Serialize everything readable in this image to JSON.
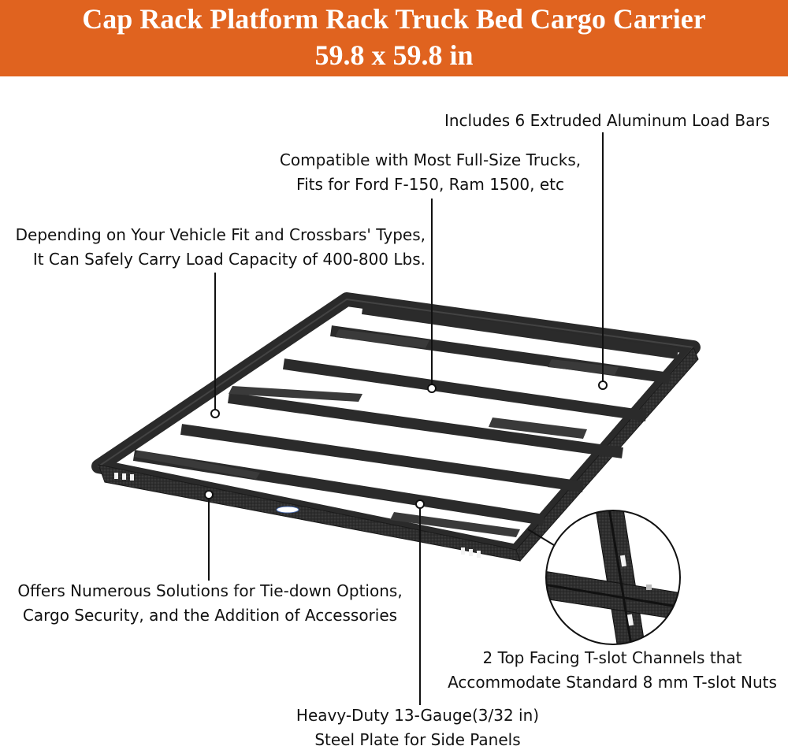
{
  "header": {
    "title_line1": "Cap Rack Platform Rack Truck Bed Cargo Carrier",
    "title_line2": "59.8 x 59.8 in",
    "background_color": "#e0631f"
  },
  "callouts": {
    "load_bars": "Includes 6 Extruded Aluminum Load Bars",
    "compatible_line1": "Compatible with Most Full-Size Trucks,",
    "compatible_line2": "Fits for Ford F-150, Ram 1500, etc",
    "capacity_line1": "Depending on Your Vehicle Fit and Crossbars' Types,",
    "capacity_line2": "It Can Safely Carry Load Capacity of 400-800 Lbs.",
    "tiedown_line1": "Offers Numerous Solutions for Tie-down Options,",
    "tiedown_line2": "Cargo Security, and the Addition of Accessories",
    "tslot_line1": "2 Top Facing T-slot Channels that",
    "tslot_line2": "Accommodate Standard 8 mm T-slot Nuts",
    "steel_line1": "Heavy-Duty 13-Gauge(3/32 in)",
    "steel_line2": "Steel Plate for Side Panels"
  },
  "product": {
    "image_name": "cap-rack-platform-photo",
    "detail_image_name": "t-slot-channel-detail-photo",
    "frame_color": "#2b2b2b"
  }
}
